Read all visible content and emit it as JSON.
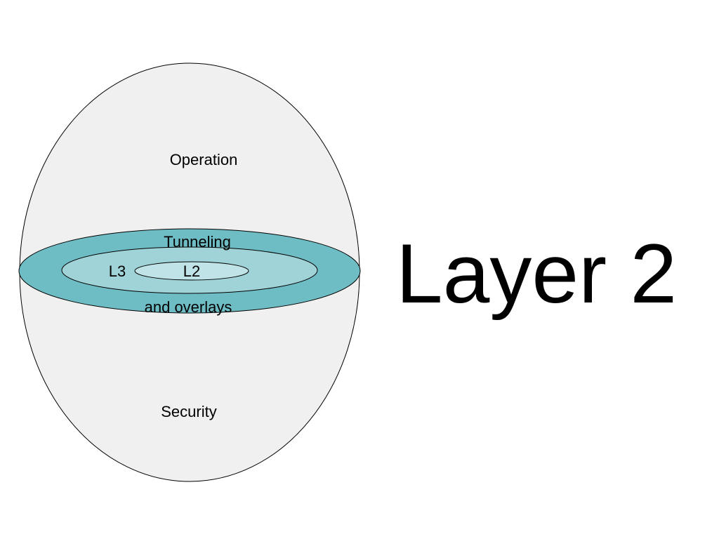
{
  "slide": {
    "title": "Layer 2"
  },
  "diagram": {
    "outer_label_top": "Operation",
    "outer_label_bottom": "Security",
    "band_label_top": "Tunneling",
    "band_label_bottom": "and overlays",
    "middle_label": "L3",
    "inner_label": "L2",
    "colors": {
      "outer_fill": "#f0f0f0",
      "band_fill": "#6fbdc4",
      "middle_fill": "#a0d3d8",
      "inner_fill": "#bfe3e6",
      "stroke": "#000000"
    }
  }
}
